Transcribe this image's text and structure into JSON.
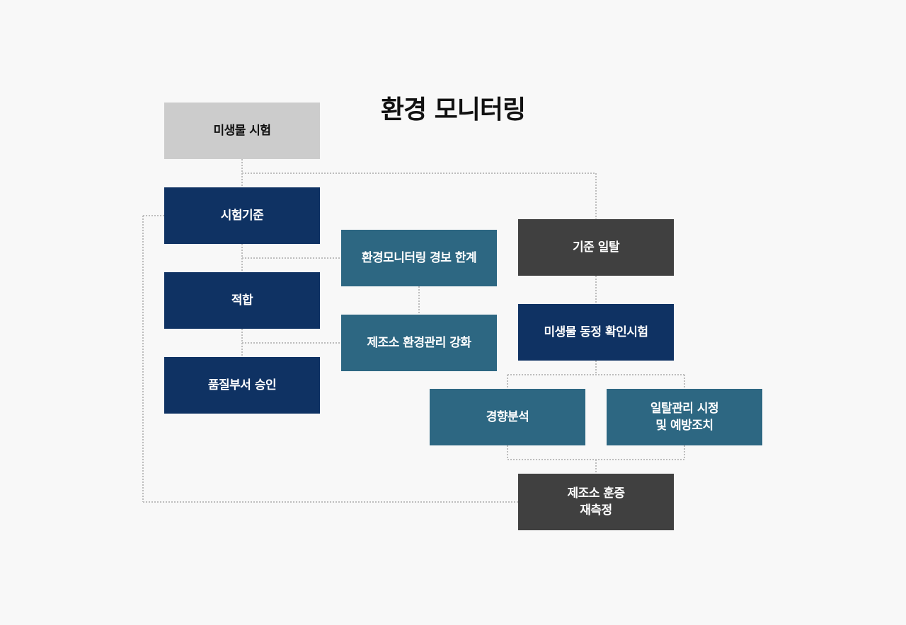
{
  "title": "환경 모니터링",
  "colors": {
    "background": "#f8f8f8",
    "gray_box": "#cccccc",
    "navy_box": "#0f3263",
    "teal_box": "#2d6782",
    "dark_box": "#404040",
    "connector": "#bdbdbd"
  },
  "nodes": {
    "microbial_test": "미생물 시험",
    "test_standard": "시험기준",
    "conforming": "적합",
    "qa_approval": "품질부서 승인",
    "alert_limit": "환경모니터링 경보 한계",
    "env_control": "제조소 환경관리 강화",
    "deviation": "기준 일탈",
    "identification": "미생물 동정 확인시험",
    "trend_analysis": "경향분석",
    "corrective_action": "일탈관리 시정\n및 예방조치",
    "fumigation_retest": "제조소 훈증\n재측정"
  }
}
